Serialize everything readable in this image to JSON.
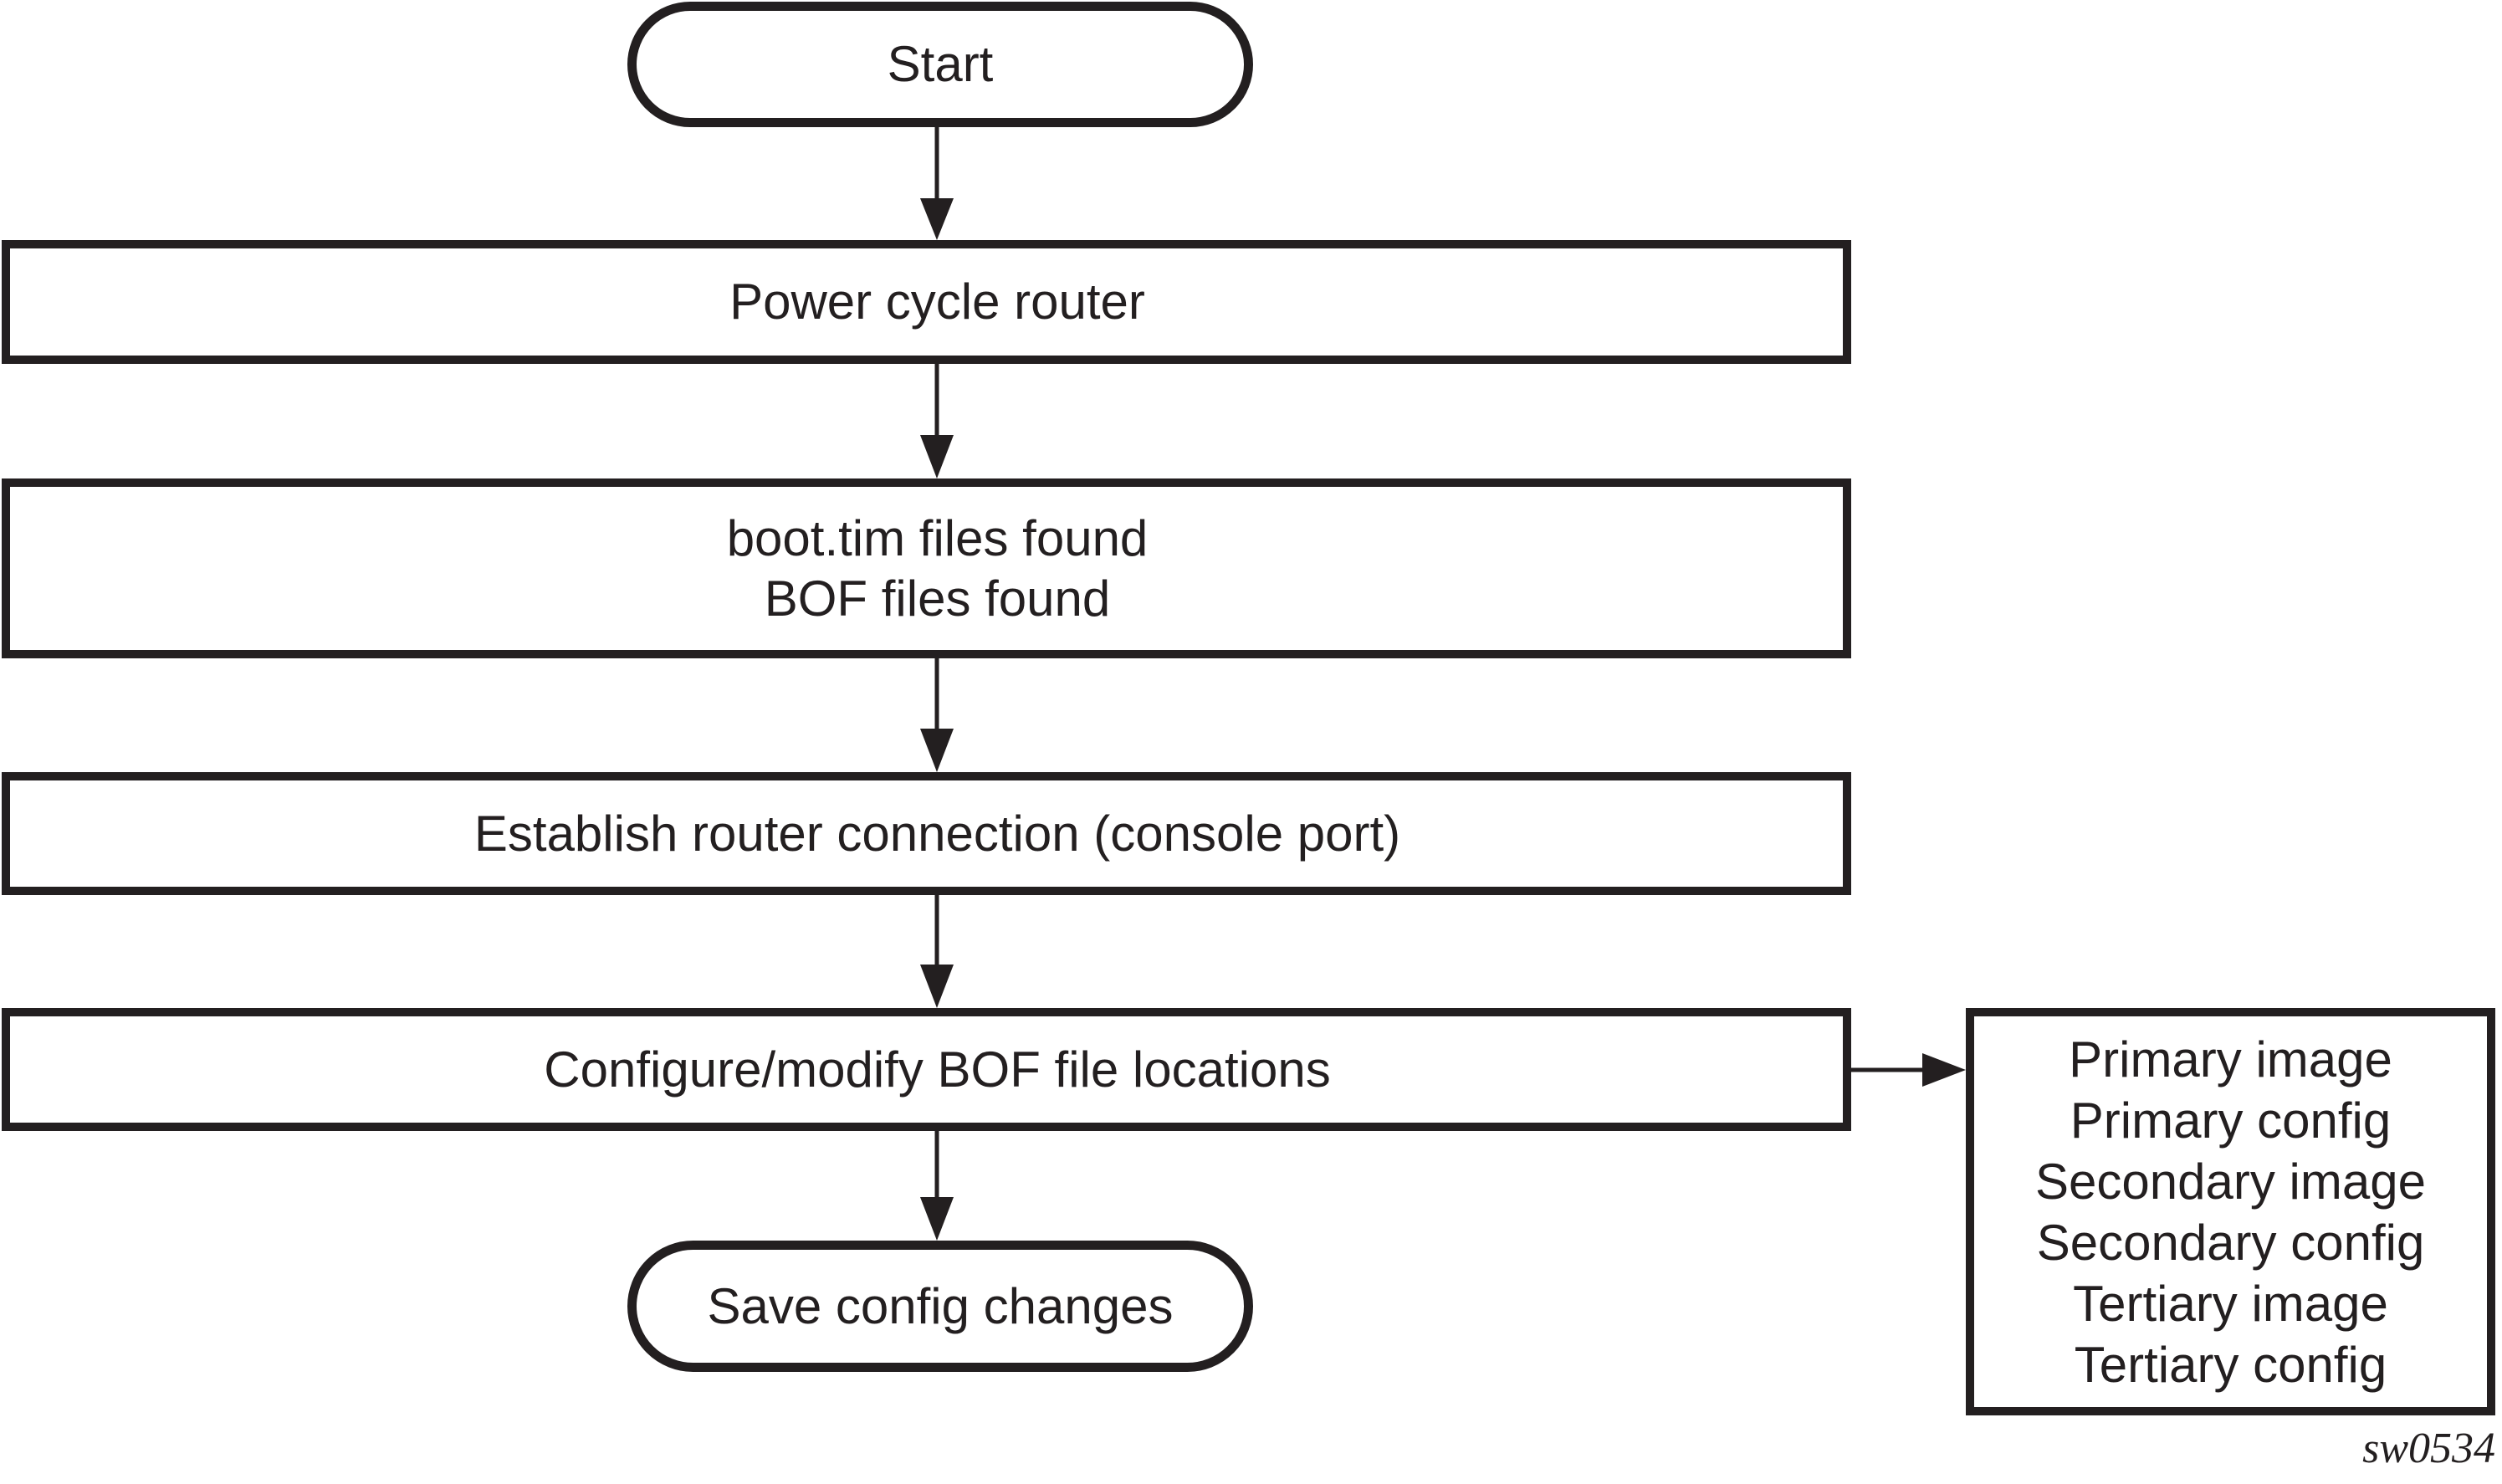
{
  "figure": {
    "ink_color": "#231f20",
    "background_color": "#ffffff",
    "figure_code": "sw0534",
    "nodes": {
      "start": {
        "label": "Start"
      },
      "power_cycle": {
        "label": "Power cycle router"
      },
      "files_found": {
        "lines": [
          "boot.tim files found",
          "BOF files found"
        ]
      },
      "establish_connection": {
        "label": "Establish router connection (console port)"
      },
      "configure_bof": {
        "label": "Configure/modify BOF file locations"
      },
      "save_config": {
        "label": "Save config changes"
      },
      "bof_file_locations": {
        "lines": [
          "Primary image",
          "Primary config",
          "Secondary image",
          "Secondary config",
          "Tertiary image",
          "Tertiary config"
        ]
      }
    }
  }
}
